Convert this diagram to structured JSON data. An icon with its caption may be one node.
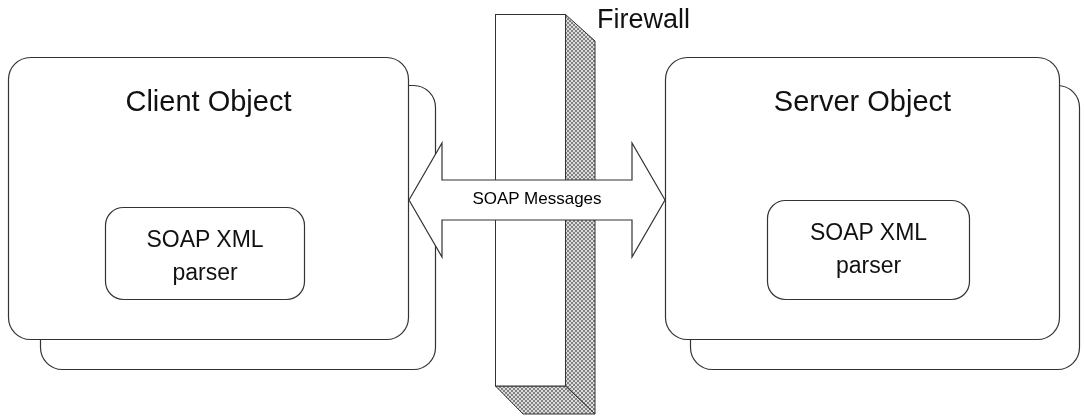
{
  "diagram": {
    "nodes": [
      {
        "text": [
          "Client Object"
        ]
      },
      {
        "text": [
          "SOAP XML parser"
        ],
        "in": 0
      },
      {
        "text": [
          "Server Object"
        ]
      },
      {
        "text": [
          "SOAP XML parser"
        ],
        "in": 2
      },
      {
        "text": [
          "Firewall"
        ]
      }
    ],
    "edges": [
      {
        "from": 0,
        "to": 2,
        "arrow": "both",
        "label": "SOAP Messages"
      }
    ]
  }
}
